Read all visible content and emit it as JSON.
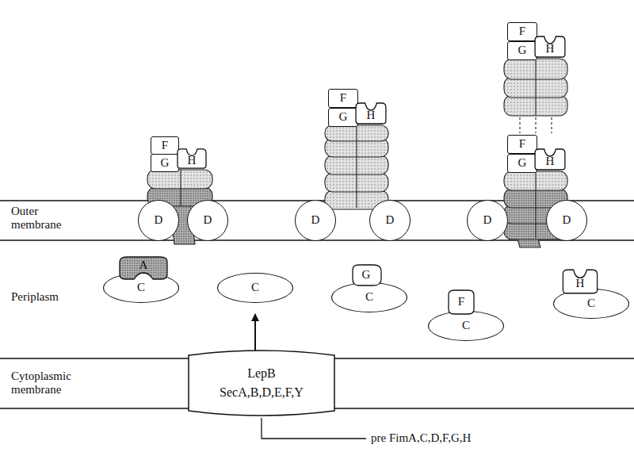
{
  "diagram": {
    "nodes": [
      {
        "text": [
          "F"
        ]
      },
      {
        "text": [
          "H"
        ]
      },
      {
        "text": [
          "G"
        ]
      },
      {
        "text": [
          "F"
        ]
      },
      {
        "text": [
          "H"
        ]
      },
      {
        "text": [
          "G"
        ]
      },
      {
        "text": [
          "F"
        ]
      },
      {
        "text": [
          "H"
        ]
      },
      {
        "text": [
          "G"
        ]
      },
      {
        "text": [
          "F"
        ]
      },
      {
        "text": [
          "H"
        ]
      },
      {
        "text": [
          "G"
        ]
      },
      {
        "text": [
          "D"
        ]
      },
      {
        "text": [
          "D"
        ]
      },
      {
        "text": [
          "D"
        ]
      },
      {
        "text": [
          "D"
        ]
      },
      {
        "text": [
          "D"
        ]
      },
      {
        "text": [
          "D"
        ]
      },
      {
        "text": [
          "A"
        ]
      },
      {
        "text": [
          "C"
        ]
      },
      {
        "text": [
          "C"
        ]
      },
      {
        "text": [
          "G"
        ]
      },
      {
        "text": [
          "C"
        ]
      },
      {
        "text": [
          "F"
        ]
      },
      {
        "text": [
          "C"
        ]
      },
      {
        "text": [
          "H"
        ]
      },
      {
        "text": [
          "C"
        ]
      },
      {
        "text": [
          "LepB",
          "SecA,B,D,E,F,Y"
        ]
      }
    ],
    "edges": [
      {
        "from": 27,
        "to": 20,
        "arrow": "to"
      }
    ],
    "labels": [
      "Outer membrane",
      "Periplasm",
      "Cytoplasmic membrane",
      "pre FimA,C,D,F,G,H"
    ]
  }
}
